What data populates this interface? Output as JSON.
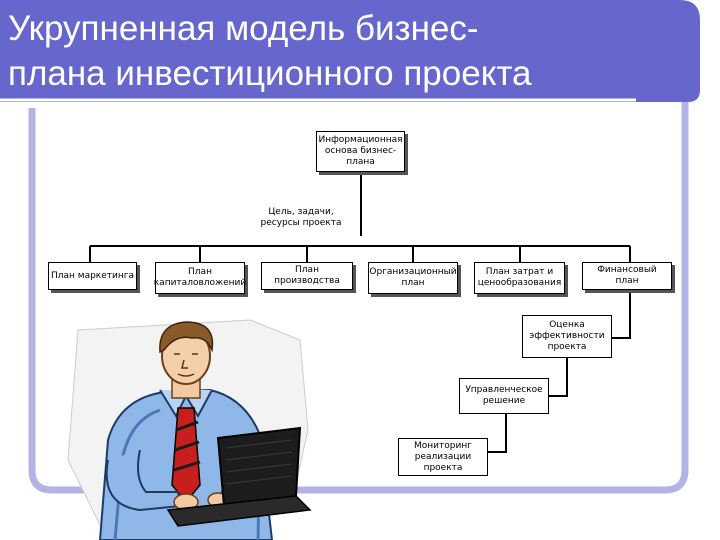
{
  "title": {
    "line1": "Укрупненная модель бизнес-",
    "line2": "плана инвестиционного проекта"
  },
  "colors": {
    "banner": "#6666cc",
    "frame": "#b3b3e6",
    "lines": "#000000"
  },
  "diagram": {
    "info_basis": "Информационная основа бизнес-плана",
    "goals": "Цель, задачи, ресурсы проекта",
    "plans": [
      "План маркетинга",
      "План капиталовложений",
      "План производства",
      "Организационный план",
      "План затрат и ценообразования",
      "Финансовый план"
    ],
    "efficiency": "Оценка эффективности проекта",
    "decision": "Управленческое решение",
    "monitoring": "Мониторинг реализации проекта"
  },
  "illustration": {
    "icon": "businessman-laptop-clipart"
  }
}
